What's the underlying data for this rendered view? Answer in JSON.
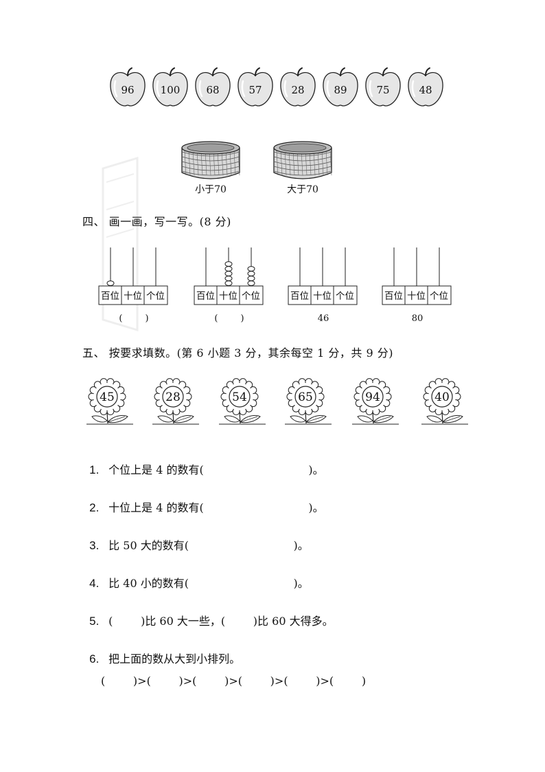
{
  "apples": [
    "96",
    "100",
    "68",
    "57",
    "28",
    "89",
    "75",
    "48"
  ],
  "baskets": [
    {
      "label": "小于70"
    },
    {
      "label": "大于70"
    }
  ],
  "section4": {
    "title": "四、  画一画，写一写。(8 分)",
    "abacuses": [
      {
        "beads": [
          1,
          0,
          0
        ],
        "caption": "(        )"
      },
      {
        "beads": [
          0,
          5,
          4
        ],
        "caption": "(        )"
      },
      {
        "beads": [
          0,
          0,
          0
        ],
        "caption": "46"
      },
      {
        "beads": [
          0,
          0,
          0
        ],
        "caption": "80"
      }
    ],
    "place_labels": [
      "百位",
      "十位",
      "个位"
    ]
  },
  "section5": {
    "title": "五、  按要求填数。(第 6 小题 3 分，其余每空 1 分，共 9 分)",
    "flowers": [
      "45",
      "28",
      "54",
      "65",
      "94",
      "40"
    ],
    "questions": [
      {
        "num": "1.",
        "text": "个位上是 4 的数有(                              )。"
      },
      {
        "num": "2.",
        "text": "十位上是 4 的数有(                              )。"
      },
      {
        "num": "3.",
        "text": "比 50 大的数有(                              )。"
      },
      {
        "num": "4.",
        "text": "比 40 小的数有(                              )。"
      },
      {
        "num": "5.",
        "text": "(        )比 60 大一些，(        )比 60 大得多。"
      },
      {
        "num": "6.",
        "text": "把上面的数从大到小排列。"
      }
    ],
    "order_line": "(        )>(        )>(        )>(        )>(        )>(        )"
  }
}
